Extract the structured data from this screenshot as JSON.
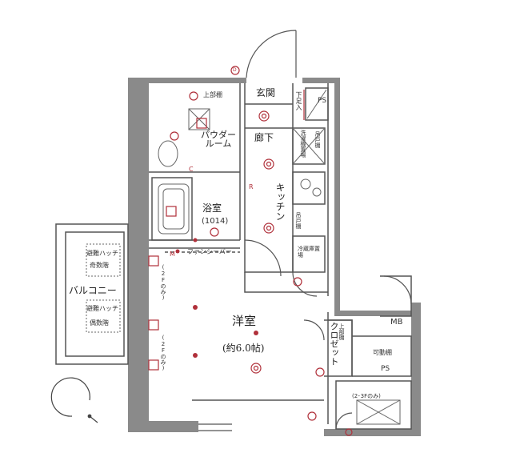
{
  "rooms": {
    "genkan": "玄関",
    "rouka": "廊下",
    "kitchen": "キッチン",
    "powder_room": "パウダールーム",
    "bath": "浴室",
    "bath_size": "(1014)",
    "western_room": "洋室",
    "western_size": "(約6.0帖)",
    "balcony": "バルコニー",
    "closet": "クロゼット"
  },
  "labels": {
    "ps_top": "PS",
    "ps_bottom": "PS",
    "mb": "MB",
    "upper_shelf_powder": "上部棚",
    "upper_shelf_closet": "上部棚",
    "shoe_box": "下足入",
    "laundry": "洗濯機置場",
    "hanging_shelf_1": "吊戸棚",
    "hanging_shelf_2": "吊戸棚",
    "fridge": "冷蔵庫置場",
    "fancy_bar": "ファンシーバー",
    "movable_shelf": "可動棚",
    "hatch_odd": "避難ハッチ",
    "odd_floor": "奇数階",
    "hatch_even": "避難ハッチ",
    "even_floor": "偶数階",
    "note_2f_a": "(2Fのみ)",
    "note_2f_b": "(2Fのみ)",
    "note_2_3f": "(2･3Fのみ)",
    "mark_c": "C",
    "mark_r": "R",
    "mark_m": "M",
    "mark_d": "D"
  },
  "colors": {
    "wall": "#8a8a8a",
    "line": "#555555",
    "fixture": "#b0303a"
  }
}
